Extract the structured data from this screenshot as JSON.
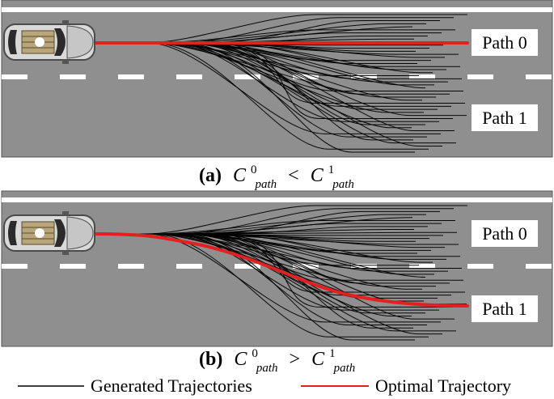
{
  "panels": [
    {
      "id": "a",
      "caption_letter": "(a)",
      "caption_c1": "C",
      "caption_sup1": "0",
      "caption_sub1": "path",
      "caption_op": "<",
      "caption_c2": "C",
      "caption_sup2": "1",
      "caption_sub2": "path",
      "path0_label": "Path 0",
      "path1_label": "Path 1",
      "optimal_target": "Path 0"
    },
    {
      "id": "b",
      "caption_letter": "(b)",
      "caption_c1": "C",
      "caption_sup1": "0",
      "caption_sub1": "path",
      "caption_op": ">",
      "caption_c2": "C",
      "caption_sup2": "1",
      "caption_sub2": "path",
      "path0_label": "Path 0",
      "path1_label": "Path 1",
      "optimal_target": "Path 1"
    }
  ],
  "legend": {
    "generated_label": "Generated Trajectories",
    "optimal_label": "Optimal Trajectory"
  },
  "colors": {
    "road": "#8f8f8f",
    "generated": "#000000",
    "optimal": "#e32020",
    "lane_marking": "#ffffff"
  }
}
